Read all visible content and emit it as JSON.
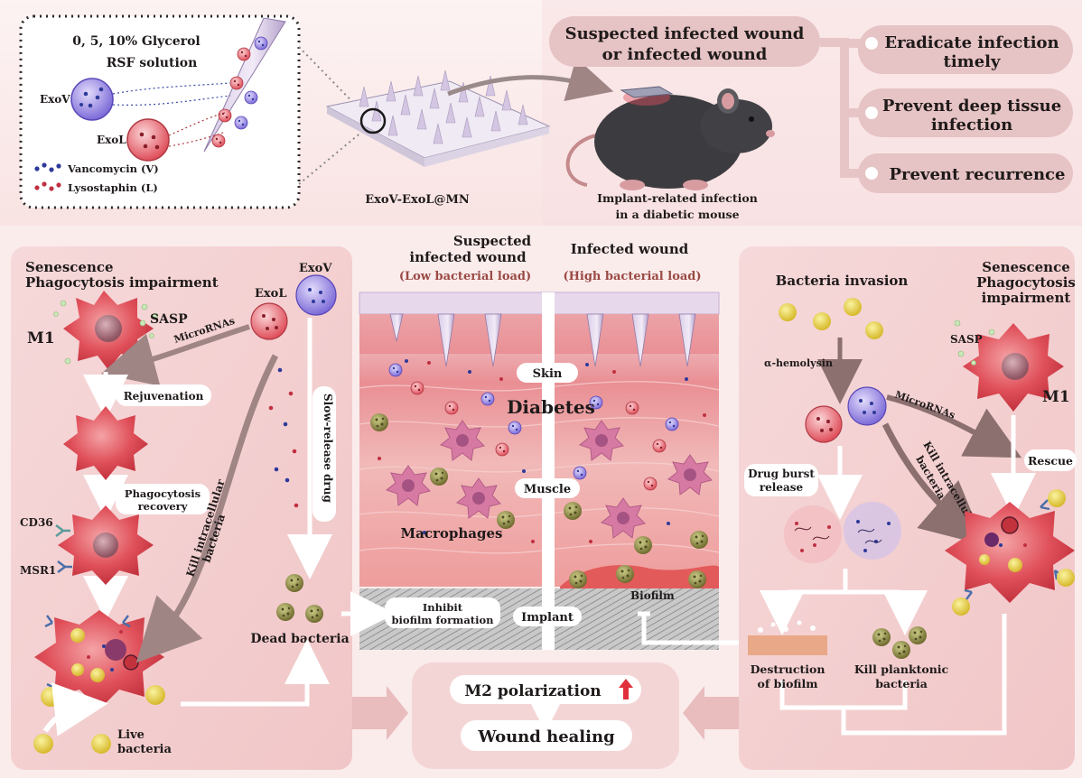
{
  "schematic": {
    "materials": {
      "solution_line1": "0, 5, 10% Glycerol",
      "solution_line2": "RSF solution",
      "exov": "ExoV",
      "exol": "ExoL",
      "vancomycin": "Vancomycin (V)",
      "lysostaphin": "Lysostaphin (L)"
    },
    "patch_label": "ExoV-ExoL@MN",
    "mouse_caption_line1": "Implant-related infection",
    "mouse_caption_line2": "in a diabetic mouse",
    "wound_box_line1": "Suspected infected wound",
    "wound_box_line2": "or infected wound",
    "outcomes": [
      {
        "line1": "Eradicate infection",
        "line2": "timely"
      },
      {
        "line1": "Prevent deep tissue",
        "line2": "infection"
      },
      {
        "line1": "Prevent recurrence",
        "line2": ""
      }
    ]
  },
  "left_panel": {
    "title_line1": "Senescence",
    "title_line2": "Phagocytosis impairment",
    "m1": "M1",
    "sasp": "SASP",
    "exol": "ExoL",
    "exov": "ExoV",
    "micrornas": "MicroRNAs",
    "rejuvenation": "Rejuvenation",
    "phago_line1": "Phagocytosis",
    "phago_line2": "recovery",
    "cd36": "CD36",
    "msr1": "MSR1",
    "kill_line1": "Kill intracellular",
    "kill_line2": "bacteria",
    "slow_release": "Slow-release drug",
    "dead_bacteria": "Dead bacteria",
    "live_line1": "Live",
    "live_line2": "bacteria"
  },
  "center_panel": {
    "left_header_line1": "Suspected",
    "left_header_line2": "infected wound",
    "left_load": "(Low bacterial load)",
    "right_header": "Infected wound",
    "right_load": "(High bacterial load)",
    "skin": "Skin",
    "diabetes": "Diabetes",
    "muscle": "Muscle",
    "macrophages": "Macrophages",
    "implant": "Implant",
    "biofilm": "Biofilm",
    "inhibit_line1": "Inhibit",
    "inhibit_line2": "biofilm formation"
  },
  "right_panel": {
    "bacteria_invasion": "Bacteria invasion",
    "senescence_line1": "Senescence",
    "senescence_line2": "Phagocytosis",
    "senescence_line3": "impairment",
    "sasp": "SASP",
    "m1": "M1",
    "hemolysin": "α-hemolysin",
    "micrornas": "MicroRNAs",
    "rescue": "Rescue",
    "kill_line1": "Kill intracellular",
    "kill_line2": "bacteria",
    "burst_line1": "Drug burst",
    "burst_line2": "release",
    "destruction_line1": "Destruction",
    "destruction_line2": "of biofilm",
    "kill_planktonic_line1": "Kill planktonic",
    "kill_planktonic_line2": "bacteria"
  },
  "bottom": {
    "m2": "M2 polarization",
    "healing": "Wound healing"
  }
}
